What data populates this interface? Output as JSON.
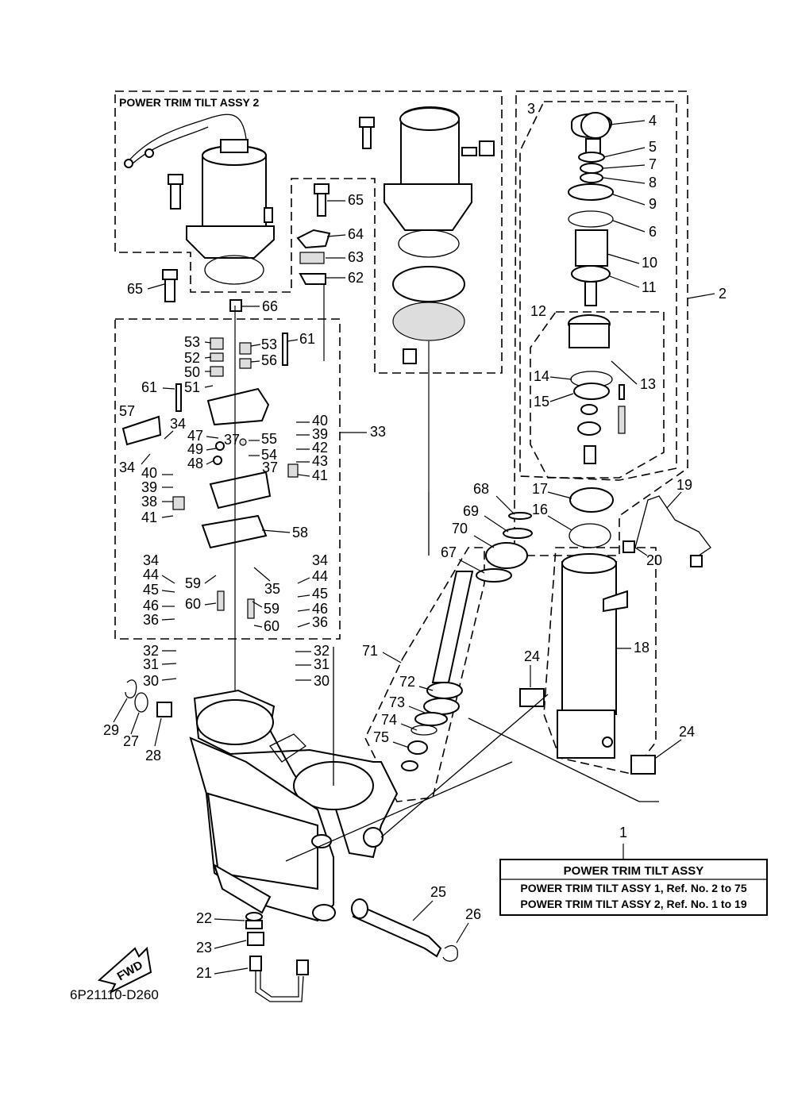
{
  "assy2_label": "POWER TRIM TILT ASSY 2",
  "legend": {
    "title": "POWER TRIM TILT ASSY",
    "row1": "POWER TRIM TILT ASSY 1,  Ref. No. 2 to 75",
    "row2": "POWER TRIM TILT ASSY 2,  Ref. No. 1 to 19"
  },
  "fwd_label": "FWD",
  "drawing_code": "6P21110-D260",
  "callouts": {
    "n1": "1",
    "n2": "2",
    "n3": "3",
    "n4": "4",
    "n5": "5",
    "n6": "6",
    "n7": "7",
    "n8": "8",
    "n9": "9",
    "n10": "10",
    "n11": "11",
    "n12": "12",
    "n13": "13",
    "n14": "14",
    "n15": "15",
    "n16": "16",
    "n17": "17",
    "n18": "18",
    "n19": "19",
    "n20": "20",
    "n21": "21",
    "n22": "22",
    "n23": "23",
    "n24": "24",
    "n25": "25",
    "n26": "26",
    "n27": "27",
    "n28": "28",
    "n29": "29",
    "n30": "30",
    "n31": "31",
    "n32": "32",
    "n33": "33",
    "n34": "34",
    "n35": "35",
    "n36": "36",
    "n37": "37",
    "n38": "38",
    "n39": "39",
    "n40": "40",
    "n41": "41",
    "n42": "42",
    "n43": "43",
    "n44": "44",
    "n45": "45",
    "n46": "46",
    "n47": "47",
    "n48": "48",
    "n49": "49",
    "n50": "50",
    "n51": "51",
    "n52": "52",
    "n53": "53",
    "n54": "54",
    "n55": "55",
    "n56": "56",
    "n57": "57",
    "n58": "58",
    "n59": "59",
    "n60": "60",
    "n61": "61",
    "n62": "62",
    "n63": "63",
    "n64": "64",
    "n65": "65",
    "n66": "66",
    "n67": "67",
    "n68": "68",
    "n69": "69",
    "n70": "70",
    "n71": "71",
    "n72": "72",
    "n73": "73",
    "n74": "74",
    "n75": "75"
  }
}
